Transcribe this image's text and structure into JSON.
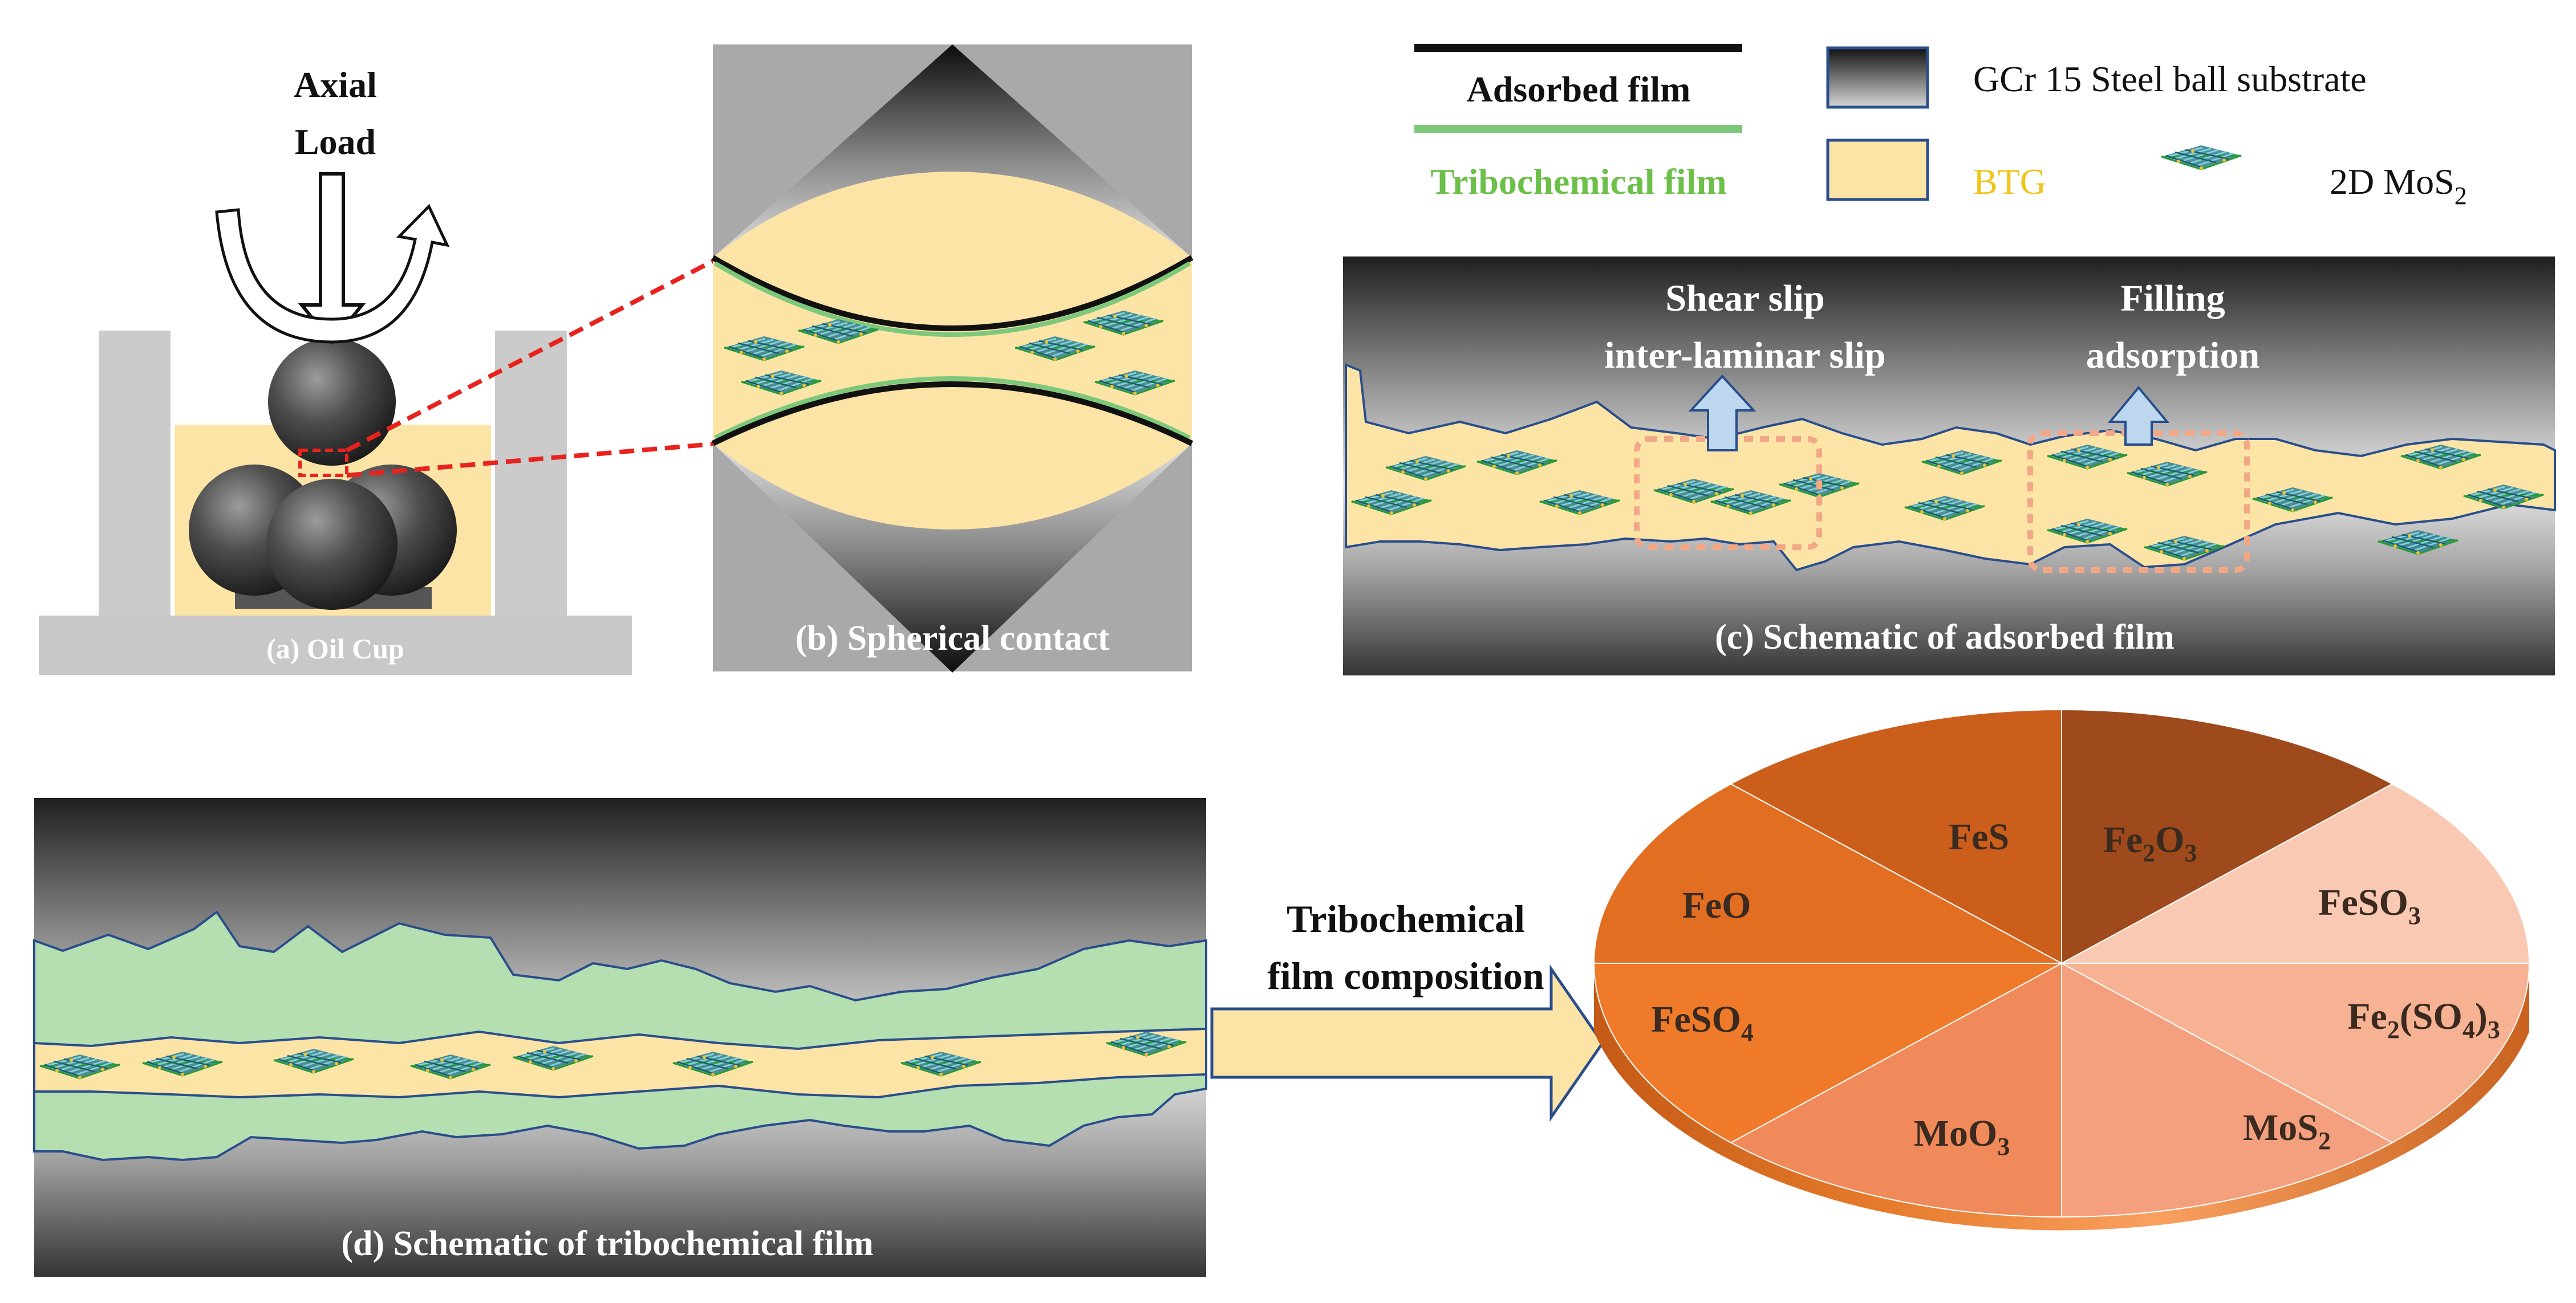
{
  "panel_a": {
    "load_line1": "Axial",
    "load_line2": "Load",
    "caption": "(a) Oil Cup"
  },
  "panel_b": {
    "caption": "(b) Spherical contact"
  },
  "legend": {
    "adsorbed_film": "Adsorbed film",
    "tribochemical_film": "Tribochemical film",
    "steel_substrate": "GCr 15 Steel ball substrate",
    "btg": "BTG",
    "mos2_prefix": "2D MoS",
    "mos2_sub": "2"
  },
  "panel_c": {
    "shear_line1": "Shear slip",
    "shear_line2": "inter-laminar slip",
    "filling_line1": "Filling",
    "filling_line2": "adsorption",
    "caption": "(c) Schematic of adsorbed film"
  },
  "panel_d": {
    "caption": "(d) Schematic of tribochemical film"
  },
  "arrow_label": {
    "line1": "Tribochemical",
    "line2": "film composition"
  },
  "composition": {
    "slices": [
      {
        "label": "FeS",
        "parts": [
          "FeS"
        ]
      },
      {
        "label": "Fe2O3",
        "parts": [
          "Fe",
          "2",
          "O",
          "3"
        ]
      },
      {
        "label": "FeSO3",
        "parts": [
          "FeSO",
          "3"
        ]
      },
      {
        "label": "Fe2(SO4)3",
        "parts": [
          "Fe",
          "2",
          "(SO",
          "4",
          ")",
          "3"
        ]
      },
      {
        "label": "MoS2",
        "parts": [
          "MoS",
          "2"
        ]
      },
      {
        "label": "MoO3",
        "parts": [
          "MoO",
          "3"
        ]
      },
      {
        "label": "FeSO4",
        "parts": [
          "FeSO",
          "4"
        ]
      },
      {
        "label": "FeO",
        "parts": [
          "FeO"
        ]
      }
    ]
  },
  "colors": {
    "btg": "#FCE4A6",
    "tribo_film": "#B5DFB0",
    "tribo_line": "#7DC87A",
    "outline": "#2A4E8C",
    "dashed_red": "#E8231E",
    "dashed_orange": "#F2A887",
    "arrow_fill": "#BDD7EE",
    "yellow_arrow": "#FCE4A6",
    "btg_text": "#F0C419",
    "tribo_text": "#6CC04A",
    "pie_slices": [
      "#9E4A1C",
      "#F9C9B4",
      "#F6B292",
      "#F4A07E",
      "#F08A5A",
      "#EF7A2A",
      "#E26E22",
      "#CC5E1C"
    ]
  }
}
